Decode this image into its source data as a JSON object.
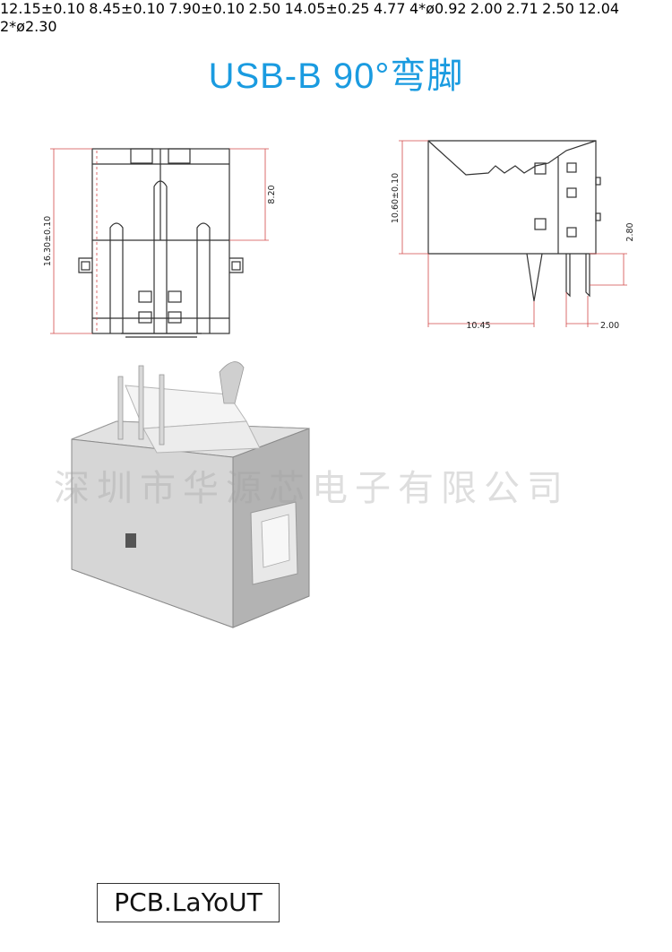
{
  "title": "USB-B 90°弯脚",
  "watermark": "深圳市华源芯电子有限公司",
  "front_view": {
    "height_dim": "16.30±0.10",
    "upper_dim": "8.20"
  },
  "side_view": {
    "height_dim": "10.60±0.10",
    "depth_dim": "10.45",
    "pin_dim": "2.80",
    "pitch_dim": "2.00"
  },
  "end_view": {
    "outer_width_dim": "12.15±0.10",
    "inner_width_dim": "8.45±0.10",
    "height_dim": "7.90±0.10",
    "pin_pitch_dim": "2.50",
    "leg_span_dim": "14.05±0.25"
  },
  "pcb_layout": {
    "offset_dim": "4.77",
    "small_hole_dim": "4*ø0.92",
    "pitch_v_small": "2.00",
    "pitch_v_large": "2.71",
    "pitch_h": "2.50",
    "span_dim": "12.04",
    "large_hole_dim": "2*ø2.30",
    "label": "PCB.LaYoUT"
  },
  "colors": {
    "title": "#1a9be0",
    "dimension_line": "#d24a4a",
    "outline": "#333333"
  }
}
